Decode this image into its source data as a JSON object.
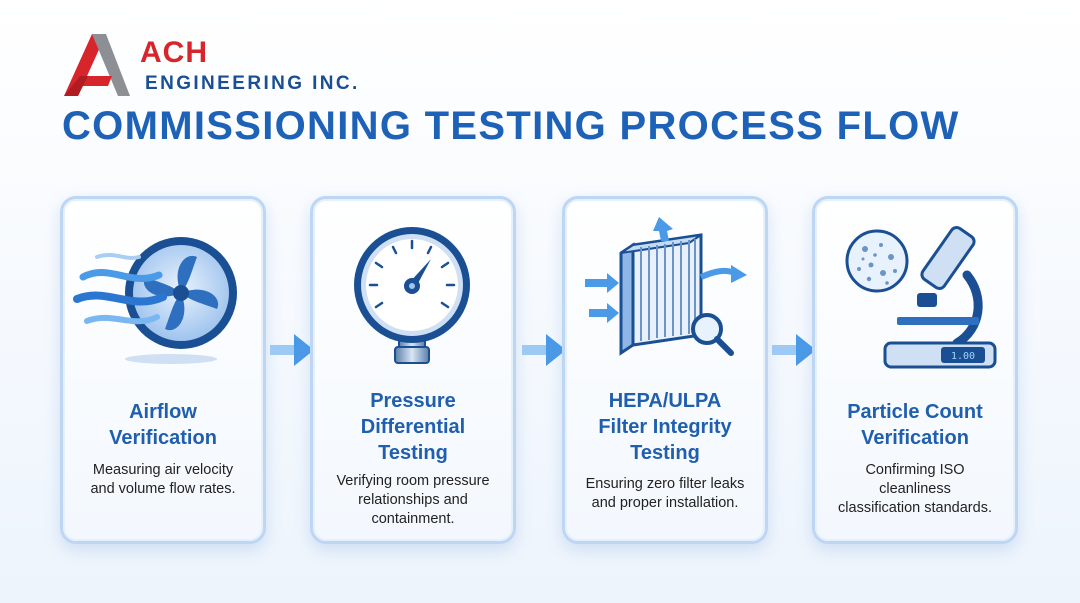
{
  "logo": {
    "brand": "ACH",
    "subtitle": "ENGINEERING INC."
  },
  "title": "COMMISSIONING TESTING PROCESS FLOW",
  "steps": [
    {
      "title_lines": [
        "Airflow",
        "Verification"
      ],
      "desc_lines": [
        "Measuring air velocity",
        "and volume flow rates."
      ],
      "icon": "fan-airflow-icon"
    },
    {
      "title_lines": [
        "Pressure",
        "Differential",
        "Testing"
      ],
      "desc_lines": [
        "Verifying room pressure",
        "relationships and",
        "containment."
      ],
      "icon": "pressure-gauge-icon"
    },
    {
      "title_lines": [
        "HEPA/ULPA",
        "Filter Integrity",
        "Testing"
      ],
      "desc_lines": [
        "Ensuring zero filter leaks",
        "and proper installation."
      ],
      "icon": "hepa-filter-icon"
    },
    {
      "title_lines": [
        "Particle Count",
        "Verification"
      ],
      "desc_lines": [
        "Confirming ISO",
        "cleanliness",
        "classification standards."
      ],
      "icon": "microscope-icon",
      "display_text": "1.00"
    }
  ],
  "colors": {
    "brand_red": "#d6262c",
    "brand_navy": "#1a4f94",
    "title_blue": "#1e62b8",
    "card_border": "#bcd6f3",
    "arrow_blue": "#4a9ae8"
  }
}
